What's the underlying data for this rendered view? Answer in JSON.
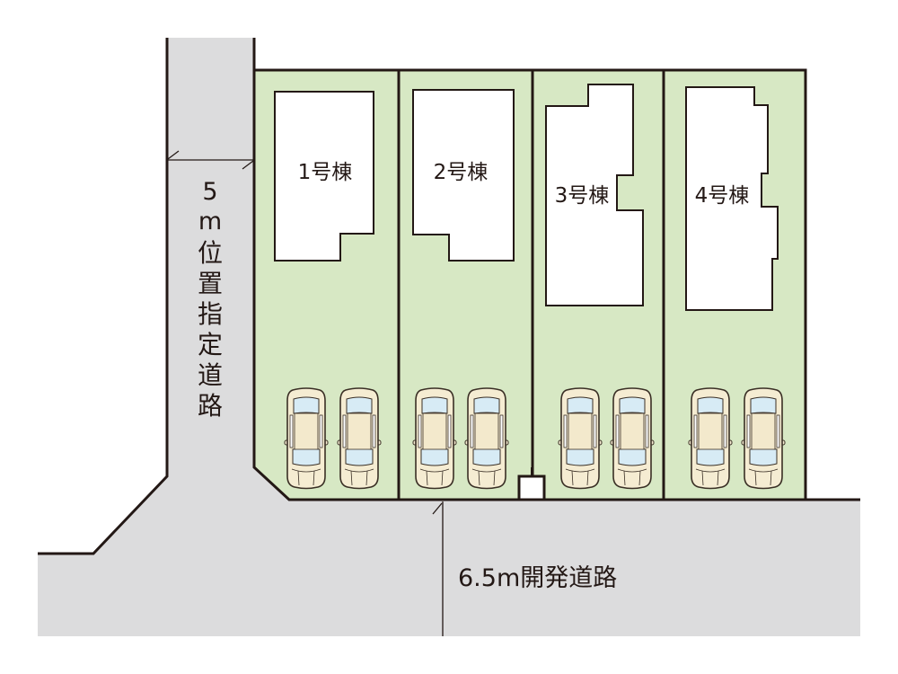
{
  "colors": {
    "lot_fill": "#d7e8c4",
    "road_fill": "#dcdcdd",
    "line": "#231815",
    "building_fill": "#ffffff",
    "car_body": "#f5ecd2",
    "car_glass": "#d7ebf5"
  },
  "lots": [
    {
      "id": 1,
      "building_label": "1号棟",
      "parking_spaces": 2
    },
    {
      "id": 2,
      "building_label": "2号棟",
      "parking_spaces": 2
    },
    {
      "id": 3,
      "building_label": "3号棟",
      "parking_spaces": 2
    },
    {
      "id": 4,
      "building_label": "4号棟",
      "parking_spaces": 2
    }
  ],
  "roads": {
    "side_road": {
      "label_chars": [
        "5",
        "m",
        "位",
        "置",
        "指",
        "定",
        "道",
        "路"
      ],
      "label": "5m位置指定道路"
    },
    "front_road": {
      "label": "6.5m開発道路"
    }
  }
}
